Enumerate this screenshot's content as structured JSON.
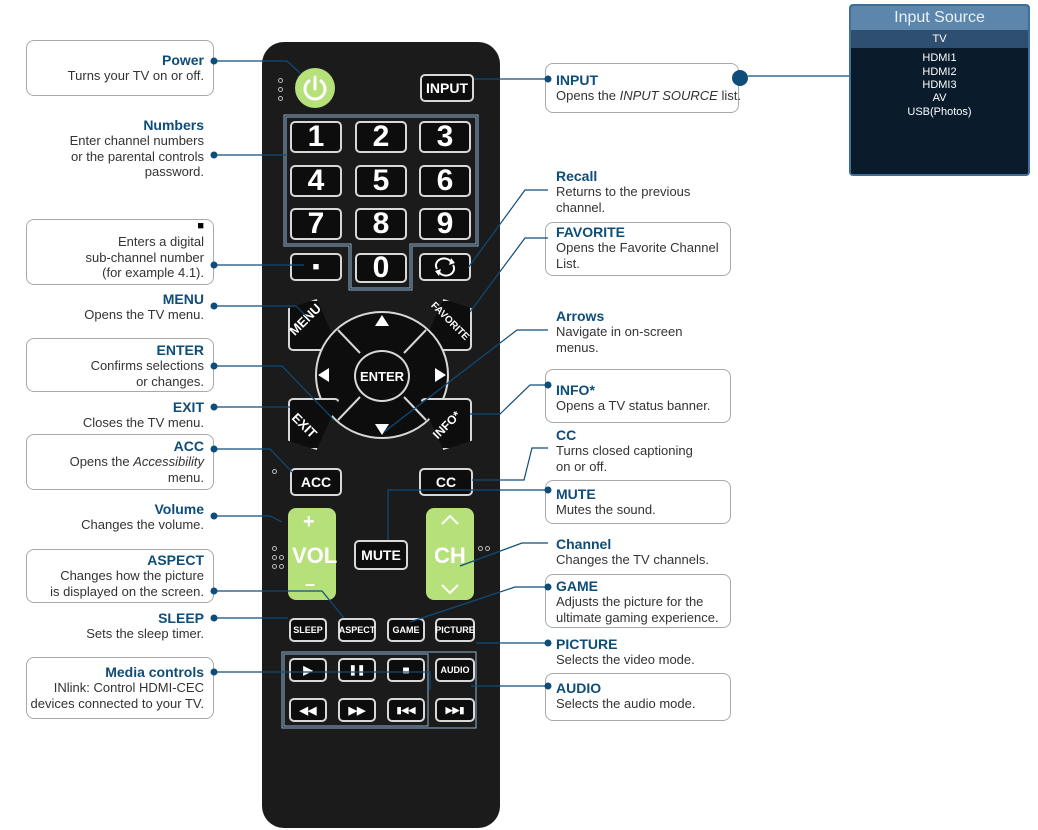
{
  "callouts": {
    "power": {
      "title": "Power",
      "desc": "Turns your TV on or off."
    },
    "numbers": {
      "title": "Numbers",
      "lines": [
        "Enter channel numbers",
        "or the parental controls",
        "password."
      ]
    },
    "subchannel": {
      "title": "■",
      "lines": [
        "Enters a digital",
        "sub-channel number",
        "(for example 4.1)."
      ]
    },
    "menu": {
      "title": "MENU",
      "desc": "Opens the TV menu."
    },
    "enter": {
      "title": "ENTER",
      "lines": [
        "Confirms selections",
        "or changes."
      ]
    },
    "exit": {
      "title": "EXIT",
      "desc": "Closes the TV menu."
    },
    "acc": {
      "title": "ACC",
      "desc_pre": "Opens the ",
      "desc_em": "Accessibility",
      "desc_post": "menu."
    },
    "volume": {
      "title": "Volume",
      "desc": "Changes the volume."
    },
    "aspect": {
      "title": "ASPECT",
      "lines": [
        "Changes how the picture",
        "is displayed on the screen."
      ]
    },
    "sleep": {
      "title": "SLEEP",
      "desc": "Sets the sleep timer."
    },
    "media": {
      "title": "Media controls",
      "lines": [
        "INlink: Control HDMI-CEC",
        "devices connected to your TV."
      ]
    },
    "input": {
      "title": "INPUT",
      "desc_pre": "Opens the ",
      "desc_em": "INPUT SOURCE",
      "desc_post": " list."
    },
    "recall": {
      "title": "Recall",
      "lines": [
        "Returns to the previous",
        "channel."
      ]
    },
    "favorite": {
      "title": "FAVORITE",
      "lines": [
        "Opens the Favorite Channel",
        "List."
      ]
    },
    "arrows": {
      "title": "Arrows",
      "lines": [
        "Navigate in on-screen",
        "menus."
      ]
    },
    "info": {
      "title": "INFO*",
      "desc": "Opens a TV status banner."
    },
    "cc": {
      "title": "CC",
      "lines": [
        "Turns closed captioning",
        "on or off."
      ]
    },
    "mute": {
      "title": "MUTE",
      "desc": "Mutes the sound."
    },
    "channel": {
      "title": "Channel",
      "desc": "Changes the TV channels."
    },
    "game": {
      "title": "GAME",
      "lines": [
        "Adjusts the picture for the",
        "ultimate gaming experience."
      ]
    },
    "picture": {
      "title": "PICTURE",
      "desc": "Selects the video mode."
    },
    "audio": {
      "title": "AUDIO",
      "desc": "Selects the audio mode."
    }
  },
  "remote": {
    "input_label": "INPUT",
    "digits": [
      "1",
      "2",
      "3",
      "4",
      "5",
      "6",
      "7",
      "8",
      "9"
    ],
    "zero": "0",
    "dot_label": "■",
    "menu_label": "MENU",
    "favorite_label": "FAVORITE",
    "enter_label": "ENTER",
    "exit_label": "EXIT",
    "info_label": "INFO*",
    "acc_label": "ACC",
    "cc_label": "CC",
    "vol_label": "VOL",
    "vol_plus": "+",
    "vol_minus": "–",
    "mute_label": "MUTE",
    "ch_label": "CH",
    "sleep_label": "SLEEP",
    "aspect_label": "ASPECT",
    "game_label": "GAME",
    "picture_label": "PICTURE",
    "audio_label": "AUDIO",
    "play": "▶",
    "pause": "❚❚",
    "stop": "■",
    "rew": "◀◀",
    "ff": "▶▶",
    "prev": "▮◀◀",
    "next": "▶▶▮"
  },
  "input_source": {
    "title": "Input Source",
    "selected": "TV",
    "items": [
      "HDMI1",
      "HDMI2",
      "HDMI3",
      "AV",
      "USB(Photos)"
    ]
  },
  "colors": {
    "accent": "#0e4c7a",
    "button_green": "#b6e07a",
    "remote": "#1b1b1b",
    "osd_header": "#5d86ac"
  }
}
